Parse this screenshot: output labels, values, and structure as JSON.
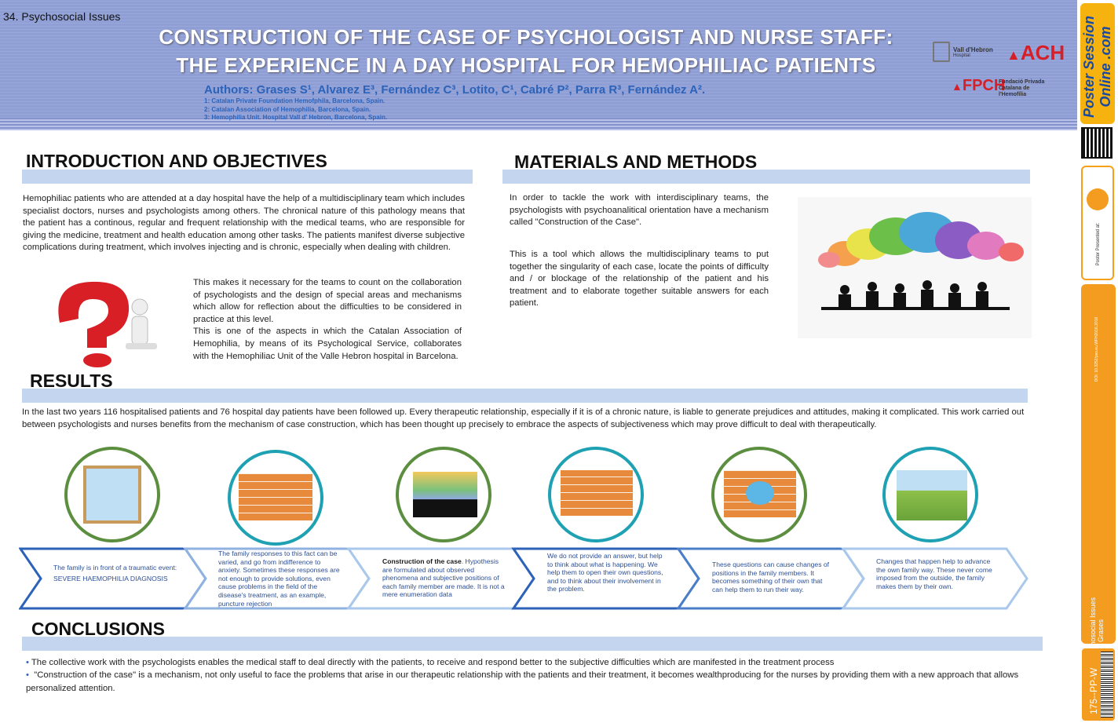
{
  "header": {
    "session": "34. Psychosocial Issues",
    "title_line1": "CONSTRUCTION OF THE CASE OF PSYCHOLOGIST AND NURSE STAFF:",
    "title_line2": "THE EXPERIENCE IN A DAY HOSPITAL FOR HEMOPHILIAC PATIENTS",
    "authors": "Authors: Grases S¹, Alvarez E³, Fernández C³, Lotito, C¹, Cabré P², Parra R³, Fernández A².",
    "affiliations": [
      "1: Catalan Private Foundation Hemofphila, Barcelona, Spain.",
      "2: Catalan Association of Hemophilia, Barcelona, Spain.",
      "3: Hemophilia Unit. Hospital Vall d' Hebron, Barcelona, Spain."
    ],
    "logos": {
      "vall_hebron": "Vall d'Hebron",
      "vall_hebron_sub": "Hospital",
      "ach": "ACH",
      "fpch": "FPCH",
      "fpch_sub": "Fundació Privada Catalana de l'Hemofília"
    }
  },
  "sidebar": {
    "brand": "Poster Session Online .com",
    "presented": "Poster Presented at:",
    "doi": "DOI: 10.3252/pso.eu.WFH2016.2016",
    "topic": "Psychosocial Issues",
    "author": "Silvia Grases",
    "code": "175--PP-W"
  },
  "intro": {
    "title": "INTRODUCTION AND OBJECTIVES",
    "p1": "Hemophiliac patients who are attended at a day hospital have the help of a multidisciplinary team which includes specialist doctors, nurses and psychologists among others. The chronical nature of this pathology means that the patient has a continous, regular and frequent relationship with the medical teams, who are responsible for giving the medicine, treatment and health education among other tasks. The patients manifest diverse subjective complications during treatment, which involves injecting and is chronic, especially when dealing with children.",
    "p2": "This makes it necessary for the teams to count on the collaboration of psychologists and the design of special areas and mechanisms which allow for reflection about the difficulties to be considered in practice at this level.",
    "p3": "This is one of the aspects in which the Catalan Association of Hemophilia, by means of its Psychological Service, collaborates with the Hemophiliac Unit of the Valle Hebron hospital in Barcelona."
  },
  "methods": {
    "title": "MATERIALS AND METHODS",
    "p1": "In order to tackle the work with interdisciplinary teams, the psychologists with psychoanalitical orientation have a mechanism called \"Construction of the Case\".",
    "p2": "This is a tool which allows the multidisciplinary teams to put together the singularity of each case, locate the points of difficulty and / or blockage of the relationship of the patient and his treatment and to elaborate together suitable answers for each patient."
  },
  "results": {
    "title": "RESULTS",
    "p1": "In the last two years 116 hospitalised patients and 76 hospital day patients have been followed up. Every therapeutic relationship, especially if it is of a chronic nature, is liable to generate prejudices and attitudes, making it complicated. This work carried out between psychologists and nurses benefits from the mechanism of case construction, which has been thought up precisely to embrace the aspects of subjectiveness which may prove difficult to deal with therapeutically.",
    "steps": [
      {
        "text": "The family is in front of a traumatic event:",
        "text2": "SEVERE HAEMOPHILIA DIAGNOSIS"
      },
      {
        "text": "The family responses to this fact can be varied, and go from indifference to anxiety. Sometimes these responses are not enough to provide solutions, even cause problems in the field of the disease's treatment, as an example, puncture rejection"
      },
      {
        "bold": "Construction of the case",
        "text": ". Hypothesis are formulated about observed phenomena and subjective positions of each family member are made. It is not a mere enumeration data"
      },
      {
        "text": "We do not provide an answer, but help to think about what is happening. We help them to open their own questions, and to think about their involvement in the problem."
      },
      {
        "text": "These questions can cause changes of positions in the family members. It becomes something of their own that can help them to run their way."
      },
      {
        "text": "Changes that happen help to advance the own family way. These never come imposed from the outside, the family makes them by their own."
      }
    ]
  },
  "conclusions": {
    "title": "CONCLUSIONS",
    "items": [
      "The collective work with the psychologists enables the medical staff to deal directly with the patients, to receive and respond better to the subjective difficulties which are manifested in the treatment process",
      "\"Construction of the case\" is a mechanism, not only useful to face the problems that arise in our therapeutic relationship with the patients and their treatment, it becomes wealthproducing for the nurses by providing them with a new approach that allows personalized attention."
    ]
  },
  "colors": {
    "banner": "#8f9fd6",
    "section_bar": "#c3d5ef",
    "accent_blue": "#2c62b8",
    "sidebar_orange": "#f39c1f",
    "sidebar_yellow": "#f6b30f",
    "circle_green": "#5b8f3f",
    "circle_teal": "#1ea1b3"
  }
}
